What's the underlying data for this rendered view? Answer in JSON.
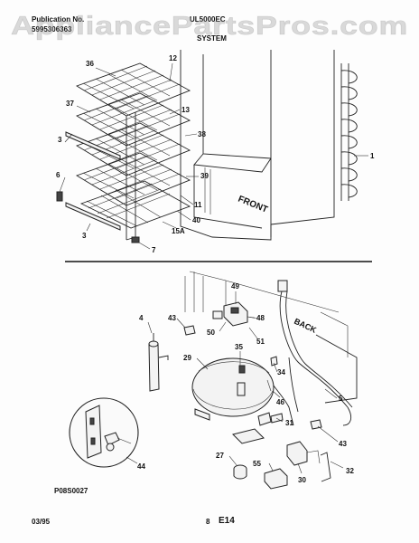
{
  "header": {
    "publication_label": "Publication No.",
    "publication_number": "5995306363",
    "model": "UL5000EC",
    "section": "SYSTEM"
  },
  "watermark": "AppliancePartsPros.com",
  "callouts": {
    "upper": [
      "36",
      "12",
      "37",
      "13",
      "3",
      "38",
      "6",
      "39",
      "11",
      "40",
      "15A",
      "3",
      "7",
      "1"
    ],
    "lower": [
      "49",
      "4",
      "43",
      "48",
      "50",
      "51",
      "35",
      "29",
      "34",
      "46",
      "5",
      "31",
      "43",
      "27",
      "55",
      "30",
      "32",
      "44"
    ]
  },
  "labels": {
    "front": "FRONT",
    "back": "BACK"
  },
  "footer": {
    "drawing_code": "P08S0027",
    "date": "03/95",
    "page": "8",
    "section_code": "E14"
  }
}
